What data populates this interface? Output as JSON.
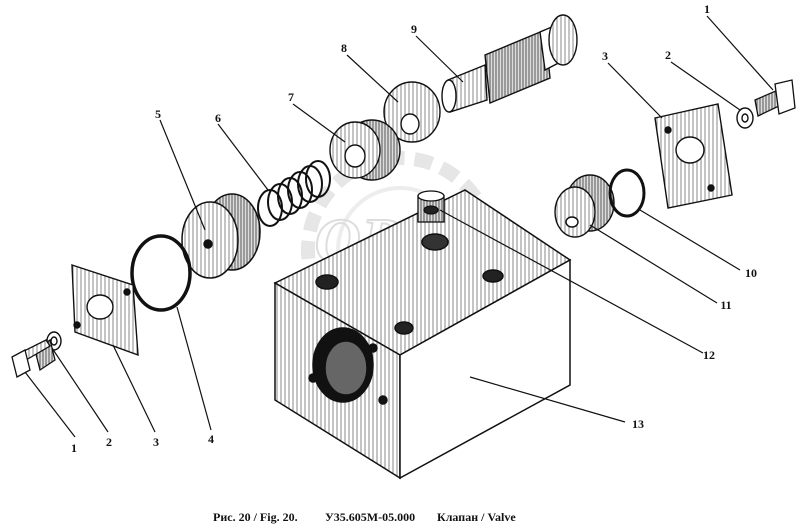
{
  "diagram": {
    "watermark": "OPEX",
    "callouts": [
      {
        "id": "c1a",
        "label": "1"
      },
      {
        "id": "c2a",
        "label": "2"
      },
      {
        "id": "c3a",
        "label": "3"
      },
      {
        "id": "c4",
        "label": "4"
      },
      {
        "id": "c5",
        "label": "5"
      },
      {
        "id": "c6",
        "label": "6"
      },
      {
        "id": "c7",
        "label": "7"
      },
      {
        "id": "c8",
        "label": "8"
      },
      {
        "id": "c9",
        "label": "9"
      },
      {
        "id": "c1b",
        "label": "1"
      },
      {
        "id": "c2b",
        "label": "2"
      },
      {
        "id": "c3b",
        "label": "3"
      },
      {
        "id": "c10",
        "label": "10"
      },
      {
        "id": "c11",
        "label": "11"
      },
      {
        "id": "c12",
        "label": "12"
      },
      {
        "id": "c13",
        "label": "13"
      }
    ]
  },
  "caption": {
    "figure": "Рис. 20 / Fig. 20.",
    "part_number": "У35.605М-05.000",
    "title": "Клапан / Valve"
  }
}
